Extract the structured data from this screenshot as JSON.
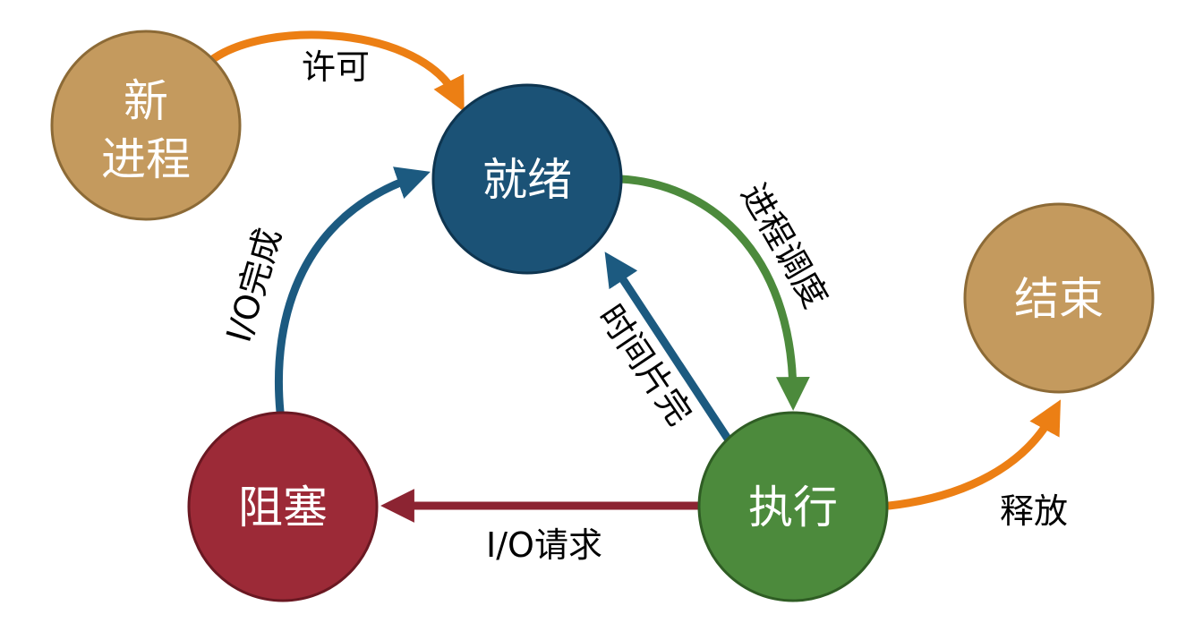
{
  "colors": {
    "gold": "#C49A5E",
    "gold_stroke": "#8C6A36",
    "blue": "#1B5276",
    "blue_stroke": "#0E3550",
    "green": "#4C8A3C",
    "green_stroke": "#2F5D24",
    "red": "#9C2A37",
    "red_stroke": "#6A1822",
    "orange": "#EC7F14",
    "arrow_blue": "#1C5A80",
    "arrow_green": "#4C8A3C",
    "arrow_red": "#8C2432"
  },
  "nodes": {
    "new": {
      "line1": "新",
      "line2": "进程"
    },
    "ready": {
      "label": "就绪"
    },
    "done": {
      "label": "结束"
    },
    "blocked": {
      "label": "阻塞"
    },
    "running": {
      "label": "执行"
    }
  },
  "edges": {
    "admit": "许可",
    "dispatch": "进程调度",
    "timeout": "时间片完",
    "io_done_prefix": "I/O",
    "io_done_suffix": "完成",
    "io_request_prefix": "I/O",
    "io_request_suffix": "请求",
    "release": "释放"
  }
}
